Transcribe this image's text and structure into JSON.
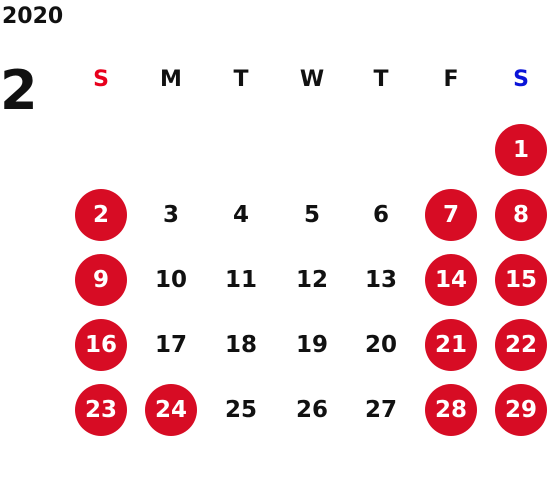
{
  "calendar": {
    "year": "2020",
    "month": "2",
    "weekdays": [
      {
        "label": "S",
        "color": "#e8001c"
      },
      {
        "label": "M",
        "color": "#111111"
      },
      {
        "label": "T",
        "color": "#111111"
      },
      {
        "label": "W",
        "color": "#111111"
      },
      {
        "label": "T",
        "color": "#111111"
      },
      {
        "label": "F",
        "color": "#111111"
      },
      {
        "label": "S",
        "color": "#0a14d8"
      }
    ],
    "holiday_color": "#d70c24",
    "weeks": [
      [
        null,
        null,
        null,
        null,
        null,
        null,
        {
          "day": "1",
          "holiday": true
        }
      ],
      [
        {
          "day": "2",
          "holiday": true
        },
        {
          "day": "3",
          "holiday": false
        },
        {
          "day": "4",
          "holiday": false
        },
        {
          "day": "5",
          "holiday": false
        },
        {
          "day": "6",
          "holiday": false
        },
        {
          "day": "7",
          "holiday": true
        },
        {
          "day": "8",
          "holiday": true
        }
      ],
      [
        {
          "day": "9",
          "holiday": true
        },
        {
          "day": "10",
          "holiday": false
        },
        {
          "day": "11",
          "holiday": false
        },
        {
          "day": "12",
          "holiday": false
        },
        {
          "day": "13",
          "holiday": false
        },
        {
          "day": "14",
          "holiday": true
        },
        {
          "day": "15",
          "holiday": true
        }
      ],
      [
        {
          "day": "16",
          "holiday": true
        },
        {
          "day": "17",
          "holiday": false
        },
        {
          "day": "18",
          "holiday": false
        },
        {
          "day": "19",
          "holiday": false
        },
        {
          "day": "20",
          "holiday": false
        },
        {
          "day": "21",
          "holiday": true
        },
        {
          "day": "22",
          "holiday": true
        }
      ],
      [
        {
          "day": "23",
          "holiday": true
        },
        {
          "day": "24",
          "holiday": true
        },
        {
          "day": "25",
          "holiday": false
        },
        {
          "day": "26",
          "holiday": false
        },
        {
          "day": "27",
          "holiday": false
        },
        {
          "day": "28",
          "holiday": true
        },
        {
          "day": "29",
          "holiday": true
        }
      ]
    ]
  }
}
